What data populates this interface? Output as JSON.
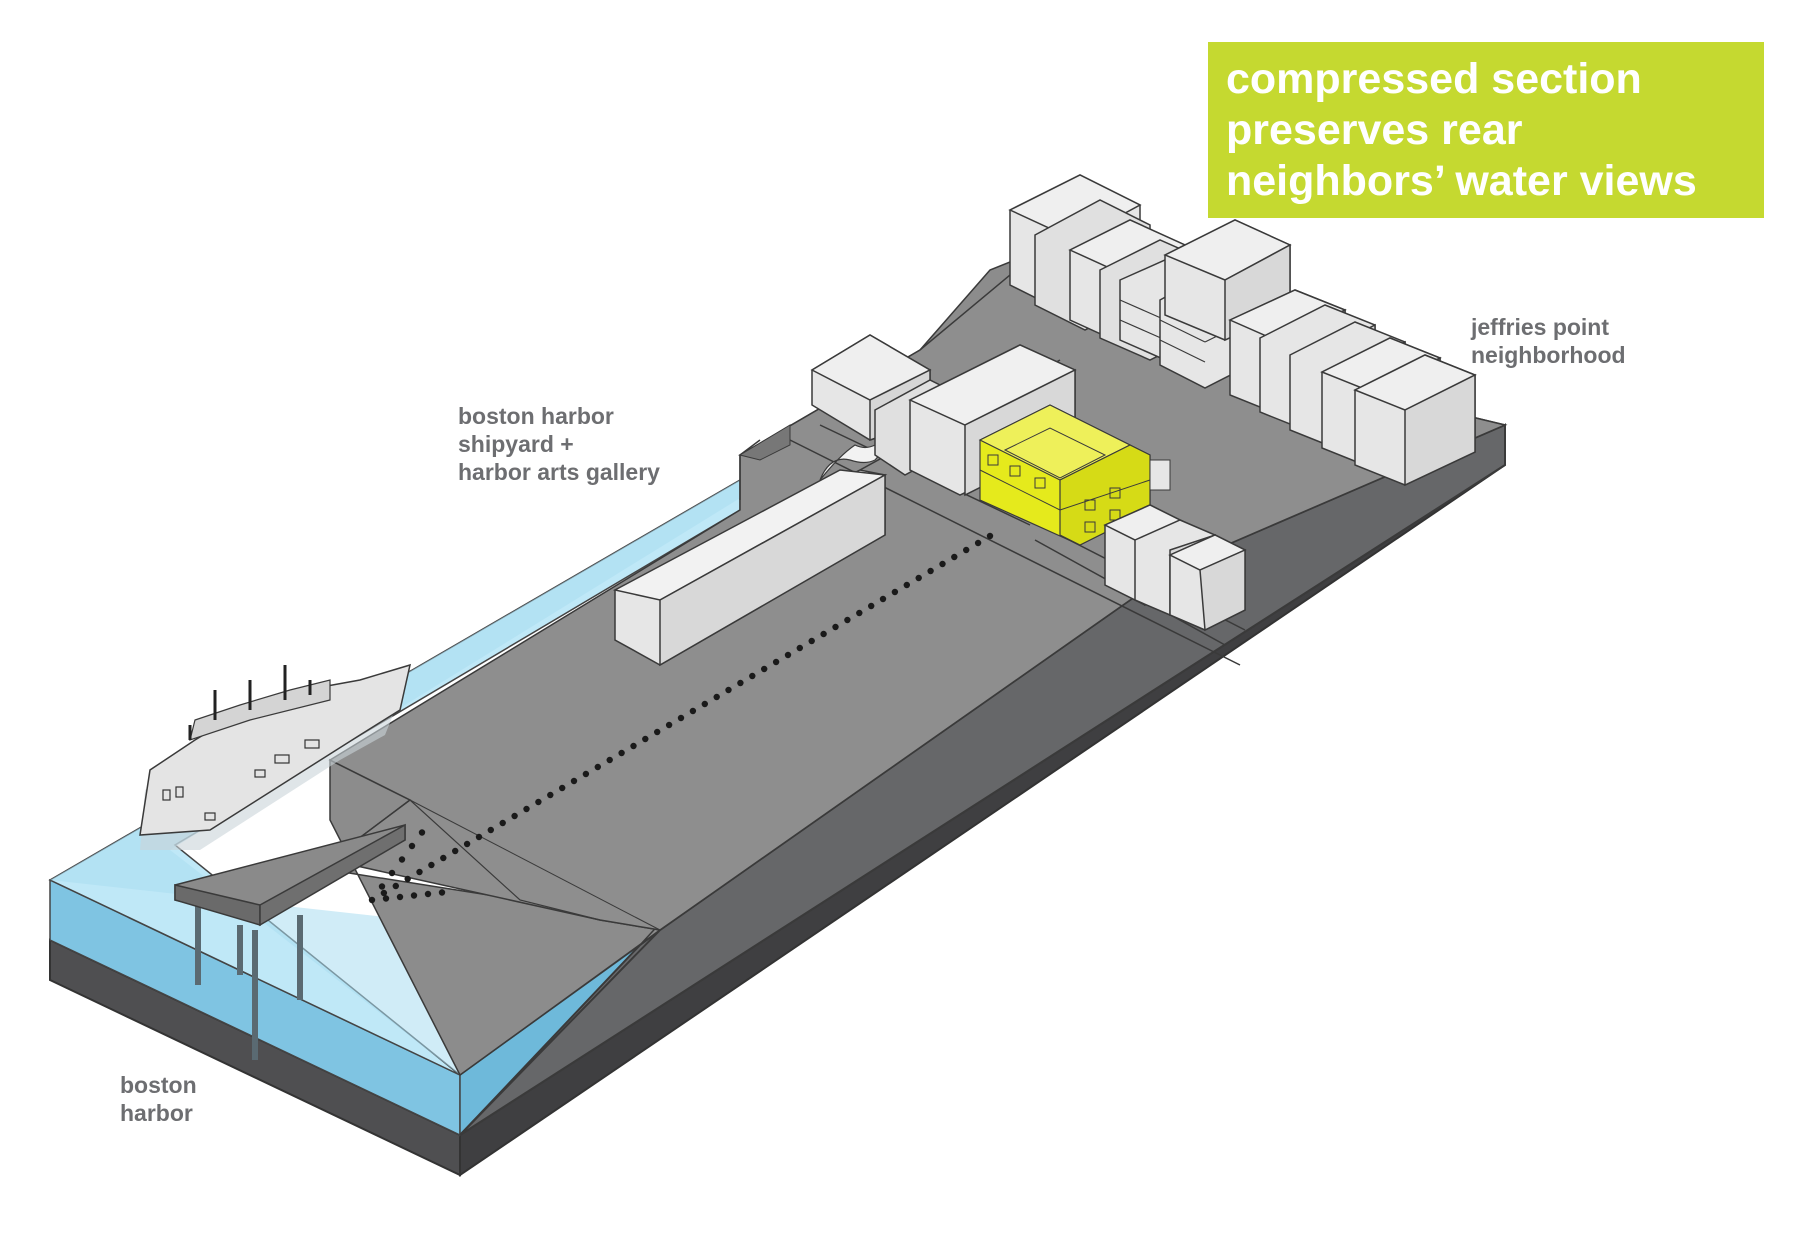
{
  "callout": {
    "lines": [
      "compressed section",
      "preserves rear",
      "neighbors’ water views"
    ],
    "color": "#c5d930"
  },
  "labels": {
    "jeffries": [
      "jeffries point",
      "neighborhood"
    ],
    "shipyard": [
      "boston harbor",
      "shipyard +",
      "harbor arts gallery"
    ],
    "harbor": [
      "boston",
      "harbor"
    ]
  },
  "colors": {
    "ground_top": "#8c8c8c",
    "ground_side": "#6a6b6d",
    "ground_base": "#4a4a4c",
    "water_top": "#bfe8f7",
    "water_front": "#7fc4e2",
    "building": "#e6e6e6",
    "highlight_building": "#e5ea1c",
    "label_text": "#6d6e71"
  }
}
